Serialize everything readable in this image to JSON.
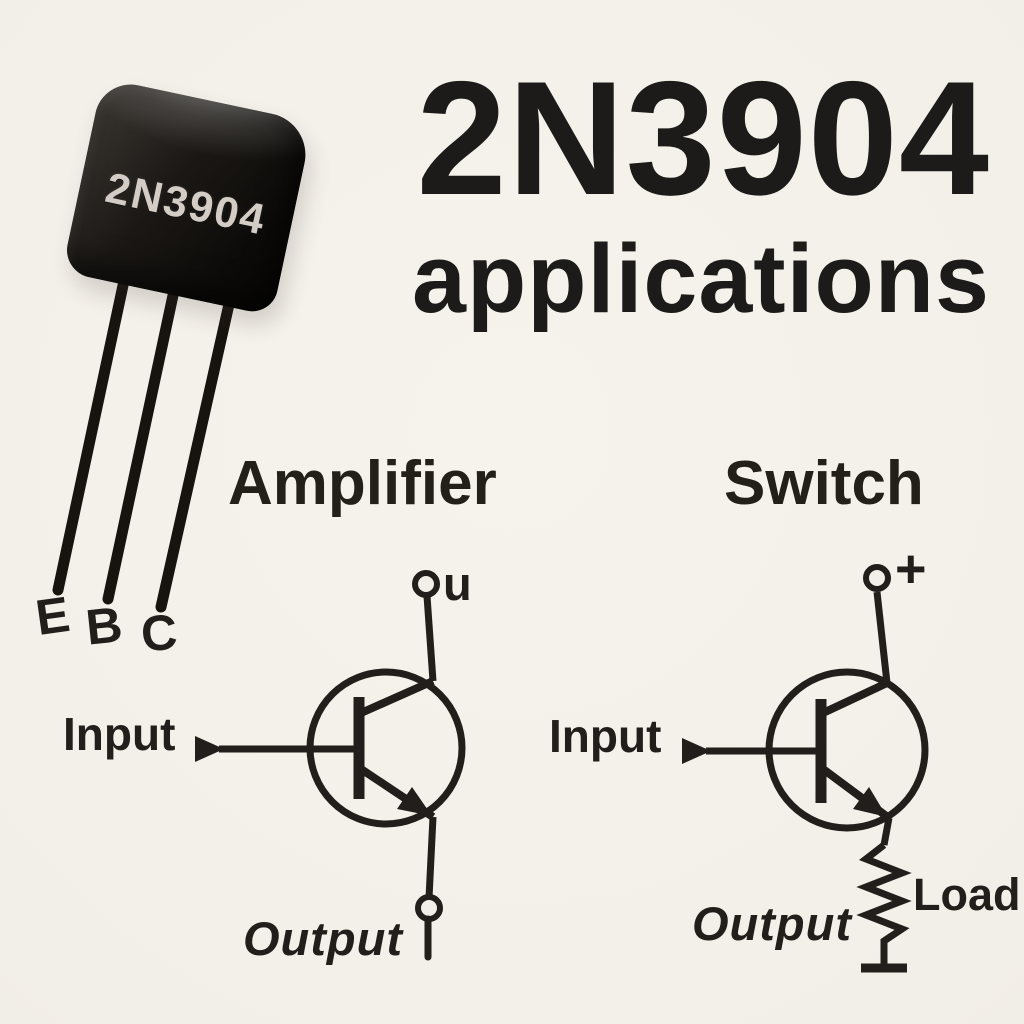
{
  "palette": {
    "background": "#f2efe8",
    "ink": "#211e1b",
    "package_body": "#14110e",
    "package_marking": "#d3cdc5"
  },
  "title": {
    "line1": "2N3904",
    "line2": "applications"
  },
  "photo": {
    "package_label": "2N3904",
    "pin_labels": [
      "E",
      "B",
      "C"
    ]
  },
  "amplifier": {
    "heading": "Amplifier",
    "input_label": "Input",
    "output_label": "Output",
    "collector_terminal_label": "u"
  },
  "switch": {
    "heading": "Switch",
    "input_label": "Input",
    "output_label": "Output",
    "supply_label": "+",
    "load_label": "Load"
  }
}
